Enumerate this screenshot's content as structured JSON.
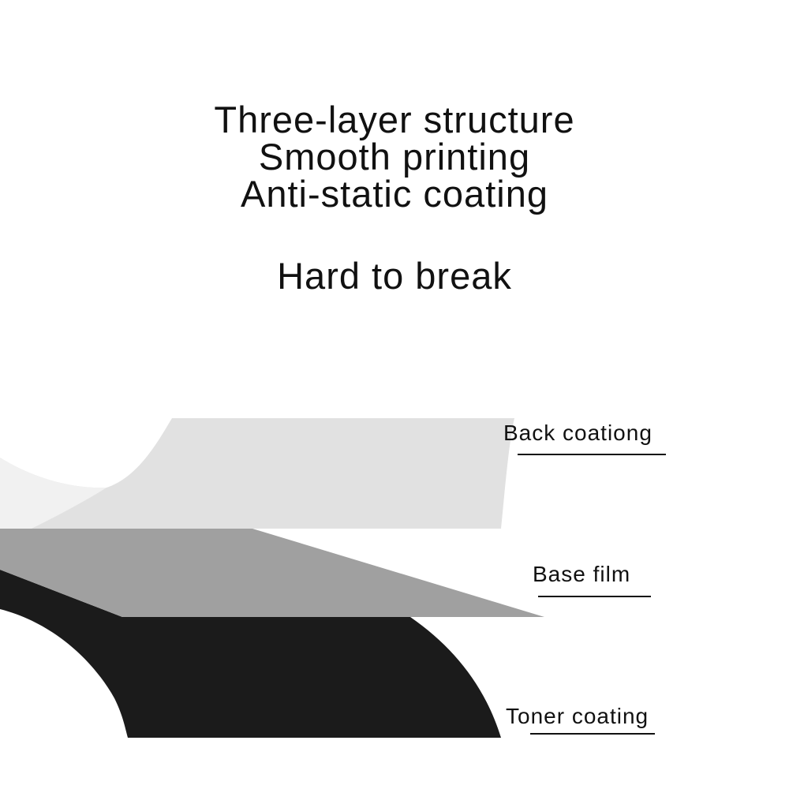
{
  "headline": {
    "line1": "Three-layer structure",
    "line2": "Smooth printing",
    "line3": "Anti-static coating",
    "line4": "Hard to break"
  },
  "layers": {
    "back_coating": {
      "label": "Back coationg",
      "color": "#e1e1e1"
    },
    "base_film": {
      "label": "Base film",
      "color": "#a0a0a0"
    },
    "toner_coating": {
      "label": "Toner coating",
      "color": "#1b1b1b"
    }
  }
}
